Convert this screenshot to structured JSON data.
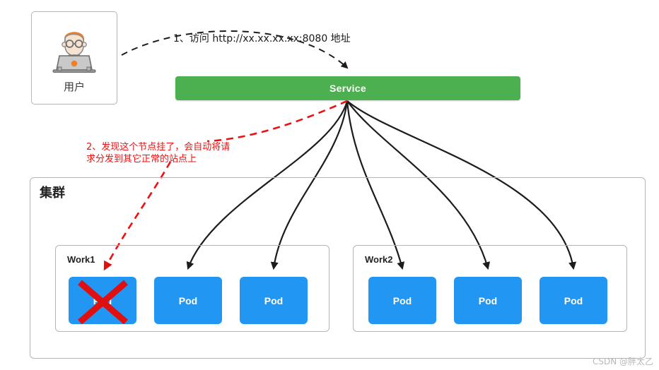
{
  "diagram": {
    "title_watermark": "CSDN @胖太乙",
    "user": {
      "label": "用户",
      "icon": "user-at-laptop-icon"
    },
    "service": {
      "label": "Service",
      "color": "#4caf50"
    },
    "cluster": {
      "label": "集群",
      "border_color": "#b5b5b5"
    },
    "workers": [
      {
        "label": "Work1",
        "pods": [
          {
            "label": "Pod",
            "status": "failed"
          },
          {
            "label": "Pod",
            "status": "healthy"
          },
          {
            "label": "Pod",
            "status": "healthy"
          }
        ]
      },
      {
        "label": "Work2",
        "pods": [
          {
            "label": "Pod",
            "status": "healthy"
          },
          {
            "label": "Pod",
            "status": "healthy"
          },
          {
            "label": "Pod",
            "status": "healthy"
          }
        ]
      }
    ],
    "annotations": {
      "step1": "1、访问 http://xx.xx.xx.xx:8080 地址",
      "step2_line1": "2、发现这个节点挂了，会自动将请",
      "step2_line2": "求分发到其它正常的站点上",
      "step2_color": "#ee1111"
    },
    "pod_color": "#2196f3",
    "failure_marker_color": "#e01010"
  }
}
